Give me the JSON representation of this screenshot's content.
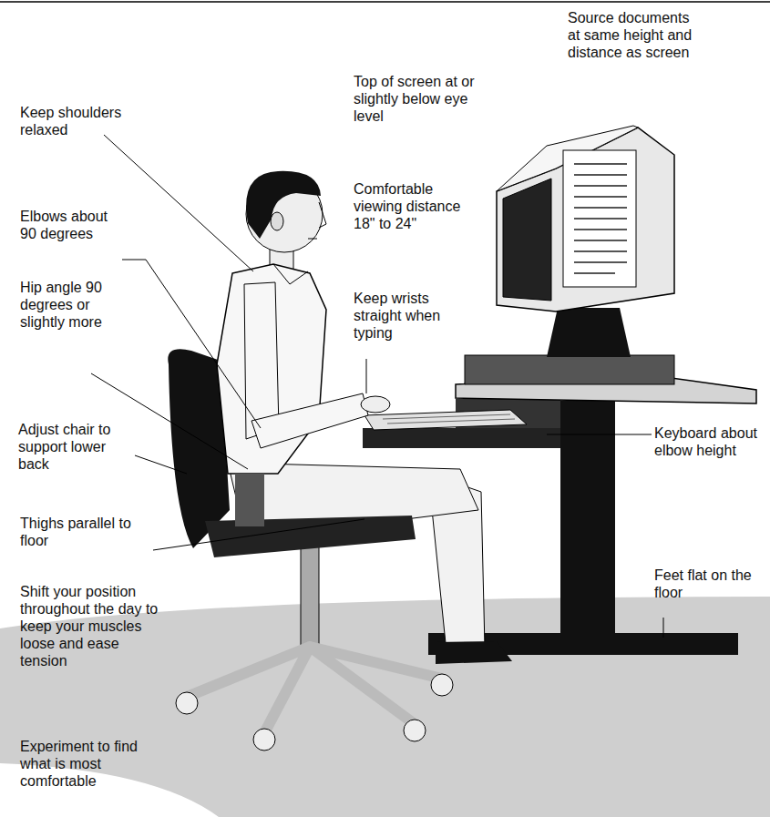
{
  "diagram": {
    "labels": [
      "Source documents at same height and distance as screen",
      "Top of screen at or slightly below eye level",
      "Keep shoulders relaxed",
      "Comfortable viewing distance 18\" to 24\"",
      "Elbows about 90 degrees",
      "Keep wrists straight when typing",
      "Hip angle 90 degrees or slightly more",
      "Keyboard about elbow height",
      "Adjust chair to support lower back",
      "Thighs parallel to floor",
      "Feet flat on the floor",
      "Shift your position throughout the day to keep your muscles loose and ease tension",
      "Experiment to find what is most comfortable"
    ]
  }
}
